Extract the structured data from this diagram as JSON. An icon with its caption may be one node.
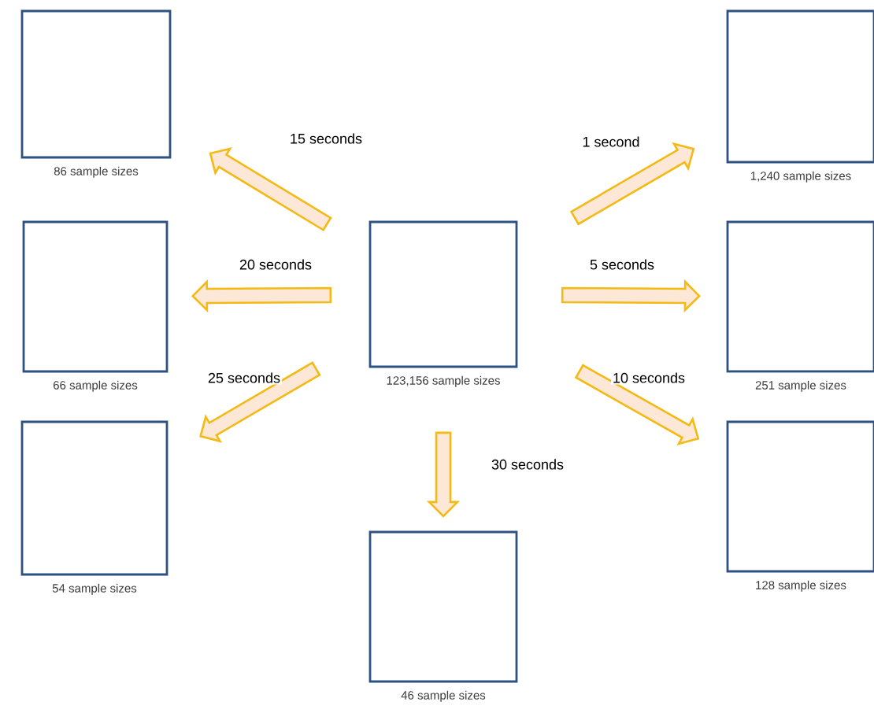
{
  "diagram": {
    "nodes": [
      {
        "text": [],
        "shape": "box",
        "beside": [
          "86 sample sizes"
        ]
      },
      {
        "text": [],
        "shape": "box",
        "beside": [
          "1,240 sample sizes"
        ]
      },
      {
        "text": [],
        "shape": "box",
        "beside": [
          "66 sample sizes"
        ]
      },
      {
        "text": [],
        "shape": "box",
        "beside": [
          "123,156 sample sizes"
        ]
      },
      {
        "text": [],
        "shape": "box",
        "beside": [
          "251 sample sizes"
        ]
      },
      {
        "text": [],
        "shape": "box",
        "beside": [
          "54 sample sizes"
        ]
      },
      {
        "text": [],
        "shape": "box",
        "beside": [
          "128 sample sizes"
        ]
      },
      {
        "text": [],
        "shape": "box",
        "beside": [
          "46 sample sizes"
        ]
      }
    ],
    "edges": [
      {
        "from": 3,
        "to": 0,
        "arrow": "to",
        "label": "15 seconds"
      },
      {
        "from": 3,
        "to": 1,
        "arrow": "to",
        "label": "1 second"
      },
      {
        "from": 3,
        "to": 2,
        "arrow": "to",
        "label": "20 seconds"
      },
      {
        "from": 3,
        "to": 4,
        "arrow": "to",
        "label": "5 seconds"
      },
      {
        "from": 3,
        "to": 5,
        "arrow": "to",
        "label": "25 seconds"
      },
      {
        "from": 3,
        "to": 6,
        "arrow": "to",
        "label": "10 seconds"
      },
      {
        "from": 3,
        "to": 7,
        "arrow": "to",
        "label": "30 seconds"
      }
    ]
  }
}
